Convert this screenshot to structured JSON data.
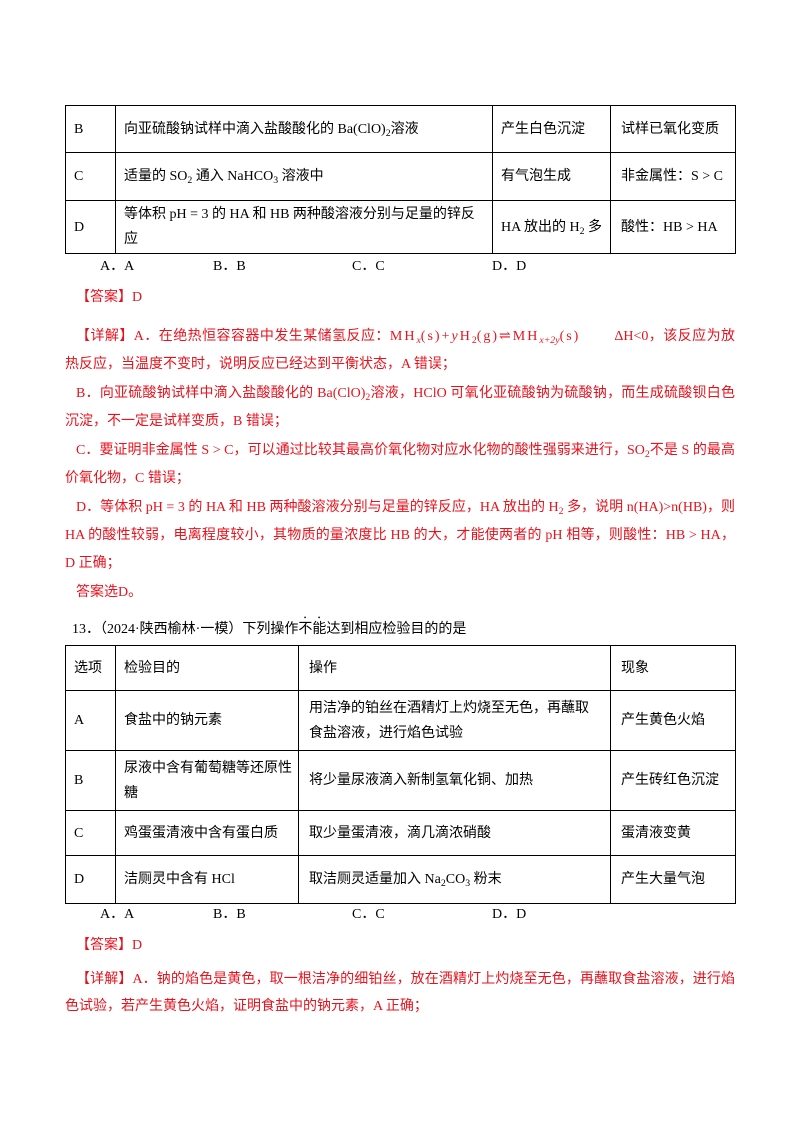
{
  "colors": {
    "text": "#000000",
    "answer": "#e8121c",
    "border": "#000000"
  },
  "q12": {
    "table": {
      "rows": [
        {
          "option": "B",
          "operation": [
            "向亚硫酸钠试样中滴入盐酸酸化的 Ba(ClO)",
            {
              "t": "2",
              "sub": true
            },
            "溶液"
          ],
          "phenomenon": "产生白色沉淀",
          "conclusion": "试样已氧化变质"
        },
        {
          "option": "C",
          "operation": [
            "适量的 SO",
            {
              "t": "2",
              "sub": true
            },
            " 通入 NaHCO",
            {
              "t": "3",
              "sub": true
            },
            " 溶液中"
          ],
          "phenomenon": "有气泡生成",
          "conclusion": "非金属性：S > C"
        },
        {
          "option": "D",
          "operation": "等体积 pH = 3 的 HA 和 HB 两种酸溶液分别与足量的锌反应",
          "phenomenon": [
            "HA 放出的 H",
            {
              "t": "2",
              "sub": true
            },
            " 多"
          ],
          "conclusion": "酸性：HB > HA"
        }
      ]
    },
    "choices": [
      "A．A",
      "B．B",
      "C．C",
      "D．D"
    ],
    "answer": {
      "label": "【答案】",
      "value": "D"
    },
    "explanation": {
      "label": "【详解】",
      "paragraphs": [
        [
          "A．在绝热恒容容器中发生某储氢反应：",
          {
            "t": "MH",
            "m": true
          },
          {
            "t": "x",
            "sub": true,
            "i": true
          },
          {
            "t": "(s)+",
            "m": true
          },
          {
            "t": "y",
            "i": true,
            "m": true
          },
          {
            "t": "H",
            "m": true
          },
          {
            "t": "2",
            "sub": true
          },
          {
            "t": "(g)⇌MH",
            "m": true
          },
          {
            "t": "x+2y",
            "sub": true,
            "i": true
          },
          {
            "t": "(s)",
            "m": true
          },
          {
            "t": "ΔH<0",
            "gap": true
          },
          "，该反应为放热反应，当温度不变时，说明反应已经达到平衡状态，A 错误；"
        ],
        [
          "B．向亚硫酸钠试样中滴入盐酸酸化的 Ba(ClO)",
          {
            "t": "2",
            "sub": true
          },
          "溶液，HClO 可氧化亚硫酸钠为硫酸钠，而生成硫酸钡白色沉淀，不一定是试样变质，B 错误；"
        ],
        [
          "C．要证明非金属性 S > C，可以通过比较其最高价氧化物对应水化物的酸性强弱来进行，SO",
          {
            "t": "2",
            "sub": true
          },
          "不是 S 的最高价氧化物，C 错误；"
        ],
        [
          "D．等体积 pH = 3 的 HA 和 HB 两种酸溶液分别与足量的锌反应，HA 放出的 H",
          {
            "t": "2",
            "sub": true
          },
          " 多，说明 n(HA)>n(HB)，则 HA 的酸性较弱，电离程度较小，其物质的量浓度比 HB 的大，才能使两者的 pH 相等，则酸性：HB > HA，D 正确；"
        ],
        "答案选D。"
      ]
    }
  },
  "q13": {
    "title": [
      "13．（2024·陕西榆林·一模）下列操作",
      {
        "t": "不能",
        "em": true
      },
      "达到相应检验目的的是"
    ],
    "table": {
      "headers": [
        "选项",
        "检验目的",
        "操作",
        "现象"
      ],
      "rows": [
        {
          "option": "A",
          "purpose": "食盐中的钠元素",
          "operation": "用洁净的铂丝在酒精灯上灼烧至无色，再蘸取食盐溶液，进行焰色试验",
          "phenomenon": "产生黄色火焰"
        },
        {
          "option": "B",
          "purpose": "尿液中含有葡萄糖等还原性糖",
          "operation": "将少量尿液滴入新制氢氧化铜、加热",
          "phenomenon": "产生砖红色沉淀"
        },
        {
          "option": "C",
          "purpose": "鸡蛋蛋清液中含有蛋白质",
          "operation": "取少量蛋清液，滴几滴浓硝酸",
          "phenomenon": "蛋清液变黄"
        },
        {
          "option": "D",
          "purpose": "洁厕灵中含有 HCl",
          "operation": [
            "取洁厕灵适量加入 Na",
            {
              "t": "2",
              "sub": true
            },
            "CO",
            {
              "t": "3",
              "sub": true
            },
            " 粉末"
          ],
          "phenomenon": "产生大量气泡"
        }
      ]
    },
    "choices": [
      "A．A",
      "B．B",
      "C．C",
      "D．D"
    ],
    "answer": {
      "label": "【答案】",
      "value": "D"
    },
    "explanation": {
      "label": "【详解】",
      "paragraphs": [
        "A．钠的焰色是黄色，取一根洁净的细铂丝，放在酒精灯上灼烧至无色，再蘸取食盐溶液，进行焰色试验，若产生黄色火焰，证明食盐中的钠元素，A 正确；"
      ]
    }
  }
}
